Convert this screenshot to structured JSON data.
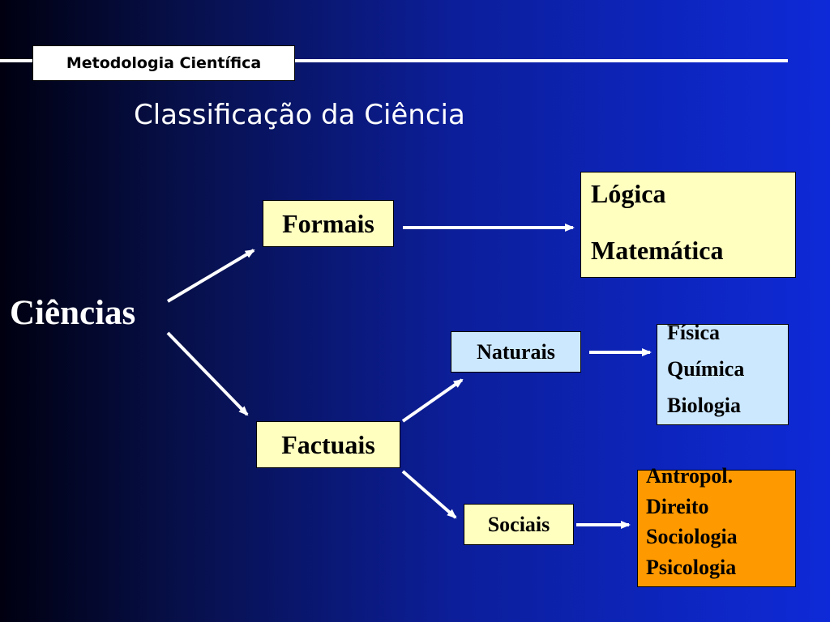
{
  "header": {
    "label": "Metodologia Científica"
  },
  "title": "Classificação da Ciência",
  "root": "Ciências",
  "formais": {
    "label": "Formais",
    "items": [
      "Lógica",
      "Matemática"
    ]
  },
  "factuais": {
    "label": "Factuais",
    "naturais": {
      "label": "Naturais",
      "items": [
        "Física",
        "Química",
        "Biologia"
      ]
    },
    "sociais": {
      "label": "Sociais",
      "items": [
        "Antropol.",
        "Direito",
        "Sociologia",
        "Psicologia"
      ]
    }
  },
  "colors": {
    "background_left": "#000010",
    "background_right": "#0e2ad8",
    "yellow_box": "#ffffc0",
    "blue_box": "#cce8ff",
    "orange_box": "#ff9900",
    "arrow": "#ffffff"
  }
}
